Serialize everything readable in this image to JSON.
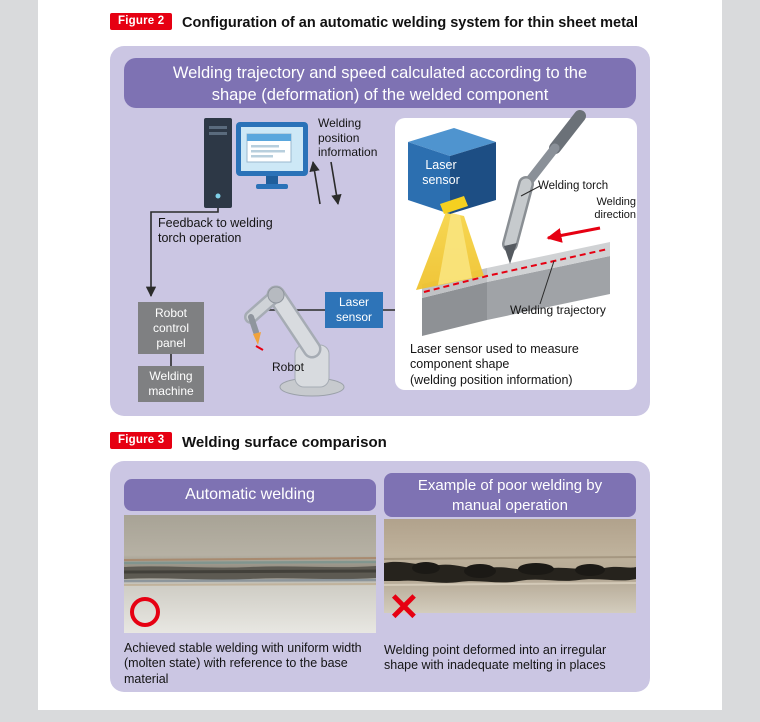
{
  "figure2": {
    "badge": "Figure 2",
    "title": "Configuration of an automatic welding system for thin sheet metal",
    "banner": "Welding trajectory and speed calculated according to the shape (deformation) of the welded component",
    "labels": {
      "welding_position_information": "Welding position information",
      "feedback": "Feedback to welding torch operation",
      "robot_control_panel": "Robot control panel",
      "welding_machine": "Welding machine",
      "robot": "Robot",
      "laser_sensor_node": "Laser sensor",
      "laser_sensor_device": "Laser sensor",
      "welding_torch": "Welding torch",
      "welding_direction": "Welding direction",
      "welding_trajectory": "Welding trajectory",
      "measure_caption": "Laser sensor used to measure\ncomponent shape\n(welding position information)"
    }
  },
  "figure3": {
    "badge": "Figure 3",
    "title": "Welding surface comparison",
    "left": {
      "header": "Automatic welding",
      "caption": "Achieved stable welding with uniform width (molten state) with reference to the base material"
    },
    "right": {
      "header": "Example of poor welding by manual operation",
      "mark_glyph": "✕",
      "caption": "Welding point deformed into an irregular shape with inadequate melting in places"
    }
  },
  "colors": {
    "figure_badge_red": "#e60012",
    "panel_lavender": "#cbc6e3",
    "header_purple": "#7e72b3",
    "laser_sensor_blue": "#2e74b8",
    "equipment_gray": "#7f8082",
    "trajectory_red": "#e60012"
  }
}
